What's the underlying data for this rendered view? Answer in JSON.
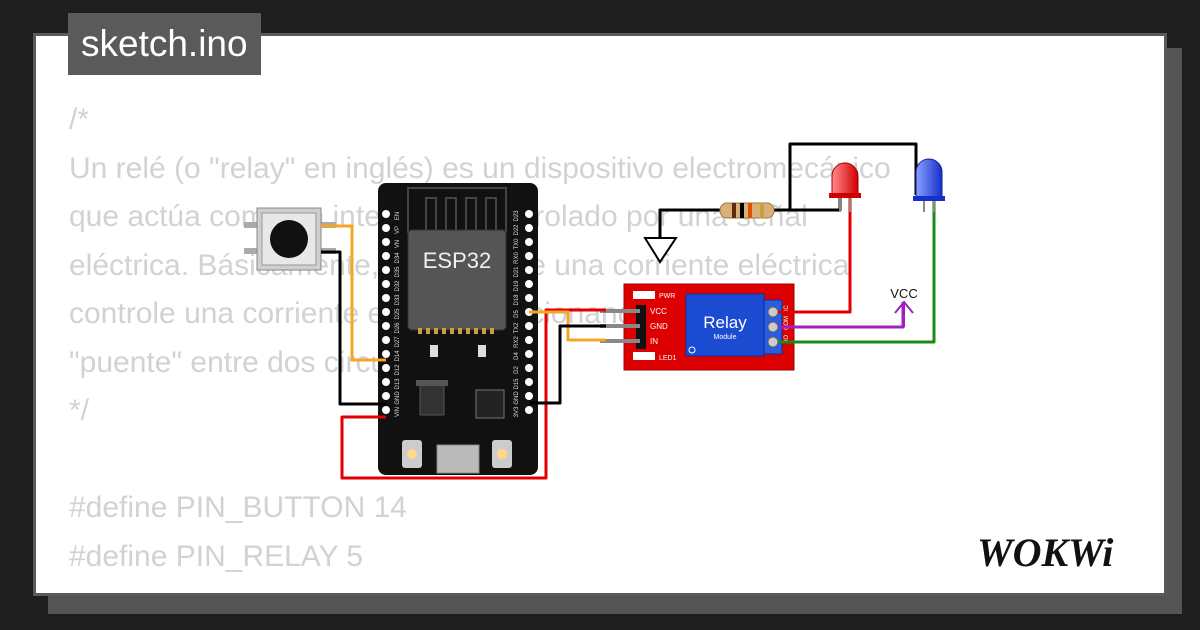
{
  "header": {
    "filename": "sketch.ino"
  },
  "code_lines": [
    "/*",
    "Un relé (o \"relay\" en inglés) es un dispositivo electromecánico",
    "que actúa como un interruptor controlado por una señal",
    "eléctrica. Básicamente, permite que una corriente eléctrica",
    "controle una corriente eléctrica funcionando como un",
    "\"puente\" entre dos circuitos.",
    "*/",
    "",
    "#define PIN_BUTTON 14",
    "#define PIN_RELAY 5"
  ],
  "esp32": {
    "label": "ESP32",
    "pins_left": [
      "EN",
      "VP",
      "VN",
      "D34",
      "D35",
      "D32",
      "D33",
      "D25",
      "D26",
      "D27",
      "D14",
      "D12",
      "D13",
      "GND",
      "VIN"
    ],
    "pins_right": [
      "D23",
      "D22",
      "TX0",
      "RX0",
      "D21",
      "D19",
      "D18",
      "D5",
      "TX2",
      "RX2",
      "D4",
      "D2",
      "D15",
      "GND",
      "3V3"
    ]
  },
  "relay_module": {
    "title": "Relay",
    "subtitle": "Module",
    "pins": [
      "VCC",
      "GND",
      "IN"
    ],
    "indicators": [
      "PWR",
      "LED1"
    ],
    "terminals": [
      "NO",
      "COM",
      "NC"
    ]
  },
  "vcc_label": "VCC",
  "brand": {
    "logo_text": "WOKWi"
  },
  "colors": {
    "background": "#1e1e1e",
    "card": "#ffffff",
    "title_bg": "#5a5a5a",
    "code_text": "#d2d2d2",
    "wire_red": "#e00000",
    "wire_orange": "#f5a623",
    "wire_green": "#1a8a1a",
    "wire_black": "#000000",
    "relay_red": "#dd0000",
    "relay_blue": "#1a4bd0",
    "vcc_purple": "#a020c0"
  }
}
